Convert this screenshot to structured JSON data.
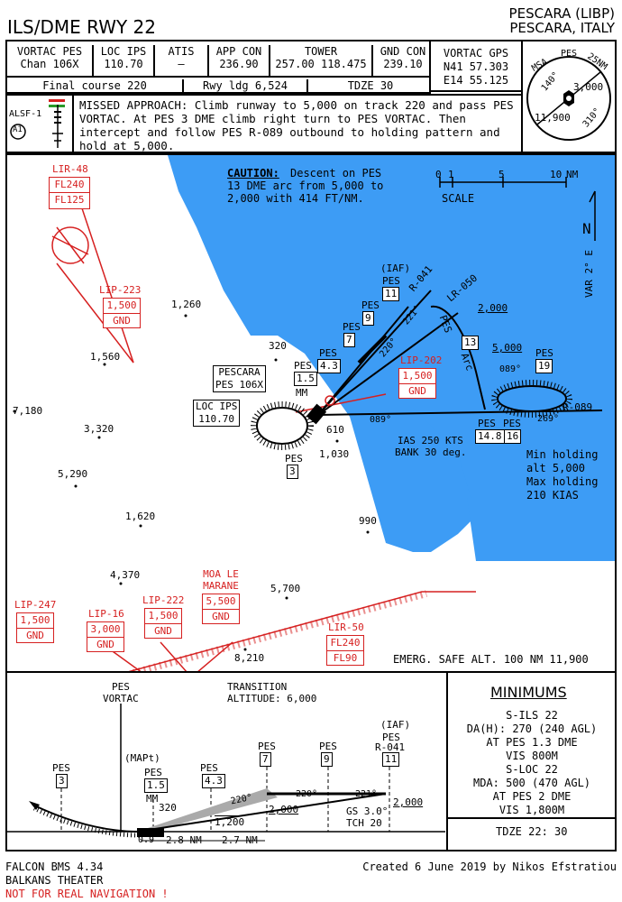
{
  "header": {
    "title": "ILS/DME RWY 22",
    "airport_name": "PESCARA (LIBP)",
    "airport_location": "PESCARA, ITALY"
  },
  "comms": [
    {
      "label": "VORTAC PES",
      "value": "Chan 106X"
    },
    {
      "label": "LOC IPS",
      "value": "110.70"
    },
    {
      "label": "ATIS",
      "value": "–"
    },
    {
      "label": "APP CON",
      "value": "236.90"
    },
    {
      "label": "TOWER",
      "value": "257.00 118.475"
    },
    {
      "label": "GND CON",
      "value": "239.10"
    }
  ],
  "vortac_gps": {
    "label": "VORTAC GPS",
    "lat": "N41 57.303",
    "lon": "E14 55.125"
  },
  "row2": {
    "final_course": "Final course 220",
    "rwy_ldg": "Rwy ldg 6,524",
    "tdze": "TDZE 30"
  },
  "msa": {
    "title": "MSA",
    "fix": "PES",
    "radius": "25NM",
    "north_alt": "3,000",
    "south_alt": "11,900",
    "bearing_a": "140°",
    "bearing_b": "310°"
  },
  "alsf": {
    "label": "ALSF-1",
    "code": "A1"
  },
  "missed_approach": "MISSED APPROACH: Climb runway to 5,000 on track 220 and pass PES VORTAC. At PES 3 DME climb right turn to PES VORTAC. Then intercept and follow PES R-089 outbound to holding pattern and hold at 5,000.",
  "plan": {
    "caution": "CAUTION:",
    "caution_text_1": " Descent on PES",
    "caution_text_2": "13 DME arc from 5,000 to",
    "caution_text_3": "2,000 with 414 FT/NM.",
    "scale_label": "SCALE",
    "scale_ticks": [
      "0",
      "1",
      "5",
      "10",
      "NM"
    ],
    "var": "VAR 2° E",
    "north": "N",
    "restricted": [
      {
        "name": "LIR-48",
        "lines": [
          "FL240",
          "FL125"
        ]
      },
      {
        "name": "LIP-223",
        "lines": [
          "1,500",
          "GND"
        ]
      },
      {
        "name": "LIP-202",
        "lines": [
          "1,500",
          "GND"
        ]
      },
      {
        "name": "LIP-247",
        "lines": [
          "1,500",
          "GND"
        ]
      },
      {
        "name": "LIP-16",
        "lines": [
          "3,000",
          "GND"
        ]
      },
      {
        "name": "LIP-222",
        "lines": [
          "1,500",
          "GND"
        ]
      },
      {
        "name": "MOA LE MARANE",
        "lines": [
          "5,500",
          "GND"
        ]
      },
      {
        "name": "LIR-50",
        "lines": [
          "FL240",
          "FL90"
        ]
      }
    ],
    "spot_heights": [
      "1,260",
      "1,560",
      "7,180",
      "3,320",
      "5,290",
      "1,620",
      "4,370",
      "5,700",
      "8,210",
      "990",
      "610",
      "1,030",
      "320"
    ],
    "fixes": {
      "iaf": "(IAF)",
      "pes11": "11",
      "pes9": "9",
      "pes7": "7",
      "pes43": "4.3",
      "pes15": "1.5",
      "mm": "MM",
      "pes3": "3",
      "pes19": "19",
      "pes148": "14.8",
      "pes16": "16",
      "pes13arc": "13",
      "pes": "PES"
    },
    "radials": [
      "R-041",
      "LR-050",
      "R-089"
    ],
    "courses": [
      "221°",
      "220°",
      "089°",
      "269°",
      "089°"
    ],
    "altitudes": [
      "2,000",
      "5,000"
    ],
    "pescara_box": [
      "PESCARA",
      "PES 106X"
    ],
    "loc_box": [
      "LOC IPS",
      "110.70"
    ],
    "ias": "IAS 250 KTS",
    "bank": "BANK 30 deg.",
    "arc_label": "Arc",
    "holding": [
      "Min holding",
      "alt 5,000",
      "Max holding",
      "210 KIAS"
    ],
    "emerg": "EMERG. SAFE ALT. 100 NM 11,900"
  },
  "profile": {
    "vortac": [
      "PES",
      "VORTAC"
    ],
    "transition": [
      "TRANSITION",
      "ALTITUDE: 6,000"
    ],
    "mapt": "(MAPt)",
    "iaf": "(IAF)",
    "fix_labels": [
      "PES",
      "PES",
      "PES",
      "PES",
      "PES",
      "PES"
    ],
    "fix_vals": [
      "3",
      "1.5",
      "4.3",
      "7",
      "9",
      "11"
    ],
    "r041": "R-041",
    "mm": "MM",
    "alt_320": "320",
    "alt_1200": "1,200",
    "alt_2000a": "2,000",
    "alt_2000b": "2,000",
    "crs": [
      "220°",
      "220°",
      "221°"
    ],
    "gs": "GS 3.0°",
    "tch": "TCH 20",
    "d09": "0.9",
    "d28": "2.8 NM",
    "d27": "2.7 NM"
  },
  "minimums": {
    "title": "MINIMUMS",
    "ils": [
      "S-ILS 22",
      "DA(H): 270 (240 AGL)",
      "AT PES 1.3 DME",
      "VIS 800M"
    ],
    "loc": [
      "S-LOC 22",
      "MDA: 500 (470 AGL)",
      "AT PES 2 DME",
      "VIS 1,800M"
    ],
    "tdze": "TDZE 22: 30"
  },
  "footer": {
    "line1": "FALCON BMS 4.34",
    "line2": "BALKANS THEATER",
    "warning": "NOT FOR REAL NAVIGATION !",
    "credit": "Created 6 June 2019 by Nikos Efstratiou"
  },
  "colors": {
    "sea": "#3d9cf5",
    "restricted": "#d62020",
    "alsf_green": "#2a9a2a"
  }
}
